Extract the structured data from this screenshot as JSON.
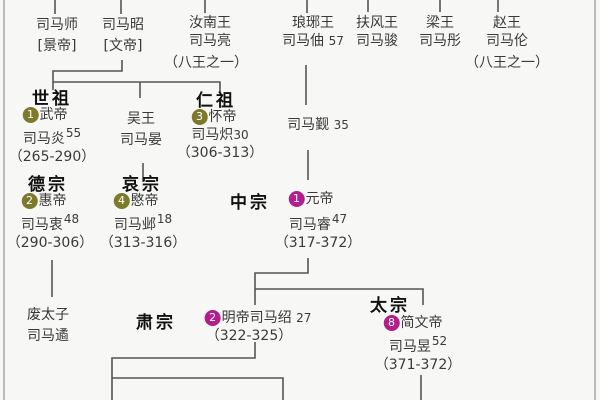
{
  "colors": {
    "badge_early": "#7d7a2c",
    "badge_later": "#b21f8c",
    "line": "#555555"
  },
  "row1": [
    {
      "title": "司马师",
      "sub": "[景帝]"
    },
    {
      "title": "司马昭",
      "sub": "[文帝]"
    },
    {
      "title": "汝南王",
      "sub": "司马亮",
      "note": "（八王之一）"
    },
    {
      "title": "琅琊王",
      "sub": "司马伷",
      "age": "57"
    },
    {
      "title": "扶风王",
      "sub": "司马骏"
    },
    {
      "title": "梁王",
      "sub": "司马彤"
    },
    {
      "title": "赵王",
      "sub": "司马伦",
      "note": "（八王之一）"
    }
  ],
  "people": {
    "wudi": {
      "temple": "世祖",
      "badge": "1",
      "title": "武帝",
      "name": "司马炎",
      "age": "55",
      "reign": "（265-290）"
    },
    "wuwang": {
      "title": "吴王",
      "name": "司马晏"
    },
    "huaidi": {
      "temple": "仁祖",
      "badge": "3",
      "title": "怀帝",
      "name": "司马炽",
      "age": "30",
      "reign": "（306-313）"
    },
    "huidi": {
      "temple": "德宗",
      "badge": "2",
      "title": "惠帝",
      "name": "司马衷",
      "age": "48",
      "reign": "（290-306）"
    },
    "mindi": {
      "temple": "哀宗",
      "badge": "4",
      "title": "愍帝",
      "name": "司马邺",
      "age": "18",
      "reign": "（313-316）"
    },
    "feitaizi": {
      "title": "废太子",
      "name": "司马遹"
    },
    "jin": {
      "name": "司马觐",
      "age": "35"
    },
    "yuandi": {
      "temple": "中宗",
      "badge": "1",
      "title": "元帝",
      "name": "司马睿",
      "age": "47",
      "reign": "（317-372）"
    },
    "mingdi": {
      "temple": "肃宗",
      "badge": "2",
      "title": "明帝司马绍",
      "age": "27",
      "reign": "（322-325）"
    },
    "jianwendi": {
      "temple": "太宗",
      "badge": "8",
      "title": "简文帝",
      "name": "司马昱",
      "age": "52",
      "reign": "（371-372）"
    }
  }
}
